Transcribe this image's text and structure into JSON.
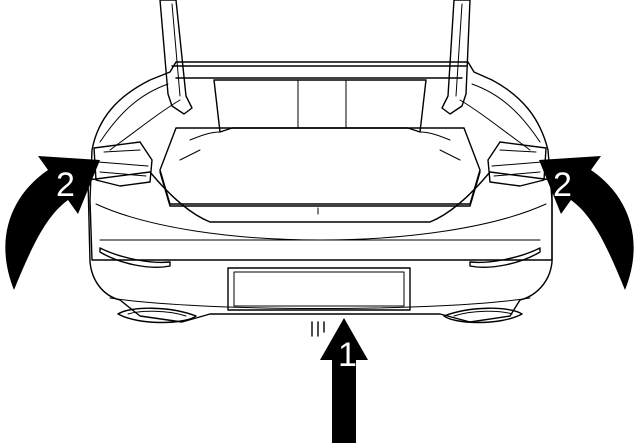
{
  "colors": {
    "bumper_fill": "#a6a6a6",
    "body_fill": "#ffffff",
    "outline": "#000000",
    "arrow": "#000000",
    "callout_text": "#ffffff"
  },
  "callouts": [
    {
      "id": "rear-bumper-center",
      "label": "1"
    },
    {
      "id": "rear-bumper-left-side",
      "label": "2"
    },
    {
      "id": "rear-bumper-right-side",
      "label": "2"
    }
  ]
}
